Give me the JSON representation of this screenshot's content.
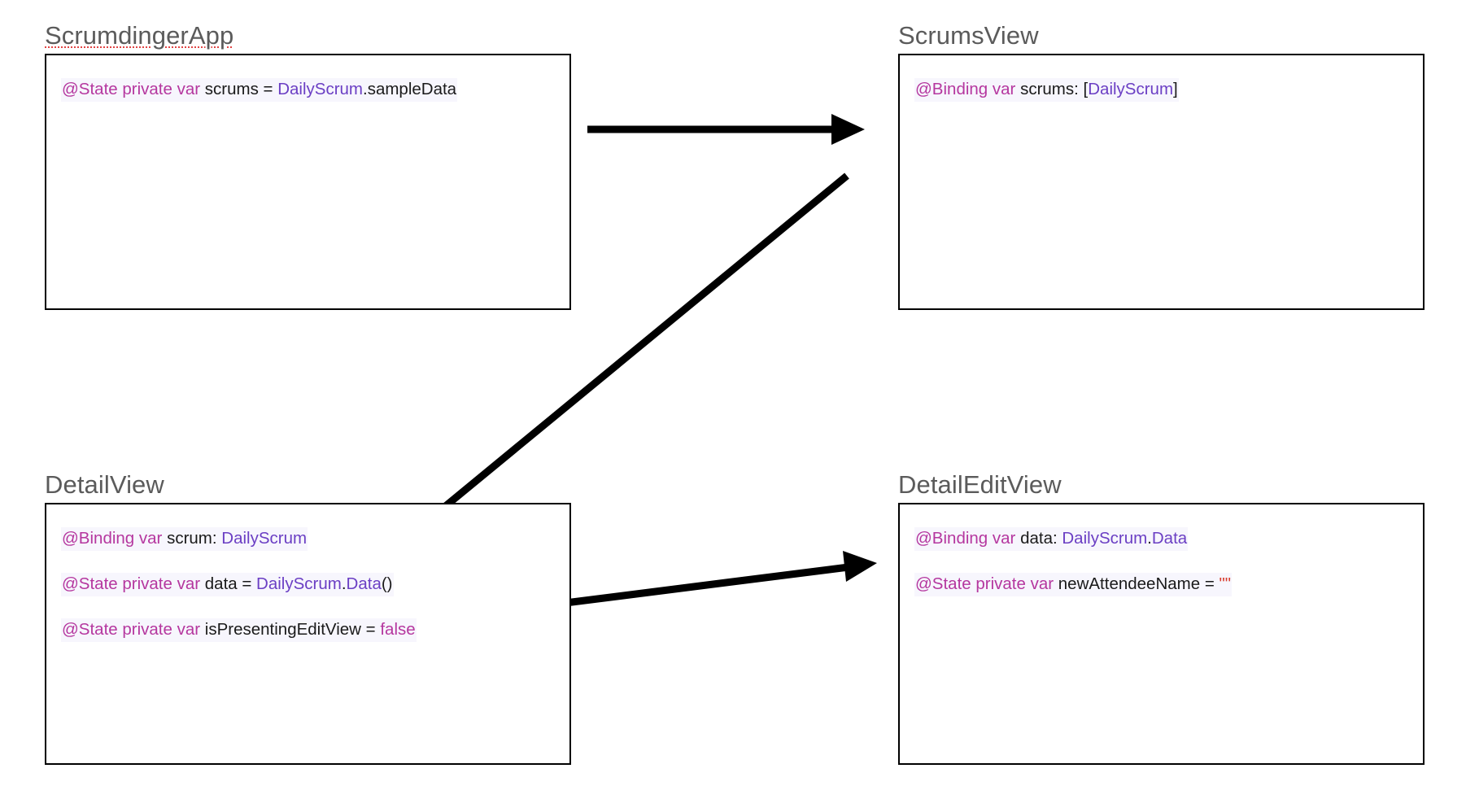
{
  "diagram": {
    "title": "SwiftUI Scrumdinger data-flow diagram",
    "background": "#ffffff",
    "box_border_color": "#000000",
    "title_color": "#5b5b5b",
    "code_bg": "#f7f6fd",
    "colors": {
      "property_wrapper": "#b5379f",
      "type_name": "#6b3fc4",
      "plain_identifier": "#1a1a1a",
      "string_literal": "#d93d2e",
      "misspell_underline": "#e14444"
    }
  },
  "nodes": [
    {
      "id": "scrumdinger-app",
      "title": "ScrumdingerApp",
      "misspelled": true,
      "lines": [
        [
          {
            "t": "@State private var ",
            "c": "attr"
          },
          {
            "t": "scrums = ",
            "c": "plain"
          },
          {
            "t": "DailyScrum",
            "c": "type"
          },
          {
            "t": ".sampleData",
            "c": "plain"
          }
        ]
      ]
    },
    {
      "id": "scrums-view",
      "title": "ScrumsView",
      "misspelled": false,
      "lines": [
        [
          {
            "t": "@Binding var ",
            "c": "attr"
          },
          {
            "t": "scrums: [",
            "c": "plain"
          },
          {
            "t": "DailyScrum",
            "c": "type"
          },
          {
            "t": "]",
            "c": "plain"
          }
        ]
      ]
    },
    {
      "id": "detail-view",
      "title": "DetailView",
      "misspelled": false,
      "lines": [
        [
          {
            "t": "@Binding var ",
            "c": "attr"
          },
          {
            "t": "scrum: ",
            "c": "plain"
          },
          {
            "t": "DailyScrum",
            "c": "type"
          }
        ],
        [
          {
            "t": "@State private var ",
            "c": "attr"
          },
          {
            "t": "data = ",
            "c": "plain"
          },
          {
            "t": "DailyScrum",
            "c": "type"
          },
          {
            "t": ".",
            "c": "plain"
          },
          {
            "t": "Data",
            "c": "type"
          },
          {
            "t": "()",
            "c": "plain"
          }
        ],
        [
          {
            "t": "@State private var ",
            "c": "attr"
          },
          {
            "t": "isPresentingEditView = ",
            "c": "plain"
          },
          {
            "t": "false",
            "c": "lit"
          }
        ]
      ]
    },
    {
      "id": "detail-edit-view",
      "title": "DetailEditView",
      "misspelled": false,
      "lines": [
        [
          {
            "t": "@Binding var ",
            "c": "attr"
          },
          {
            "t": "data: ",
            "c": "plain"
          },
          {
            "t": "DailyScrum",
            "c": "type"
          },
          {
            "t": ".",
            "c": "plain"
          },
          {
            "t": "Data",
            "c": "type"
          }
        ],
        [
          {
            "t": "@State private var ",
            "c": "attr"
          },
          {
            "t": "newAttendeeName = ",
            "c": "plain"
          },
          {
            "t": "\"\"",
            "c": "str"
          }
        ]
      ]
    }
  ],
  "arrows": [
    {
      "id": "arrow-app-to-scrumsview",
      "from": "scrumdinger-app",
      "to": "scrums-view",
      "label": ""
    },
    {
      "id": "arrow-scrumsview-to-detailview",
      "from": "scrums-view",
      "to": "detail-view",
      "label": ""
    },
    {
      "id": "arrow-detailview-to-detaileditview",
      "from": "detail-view",
      "to": "detail-edit-view",
      "label": ""
    }
  ]
}
